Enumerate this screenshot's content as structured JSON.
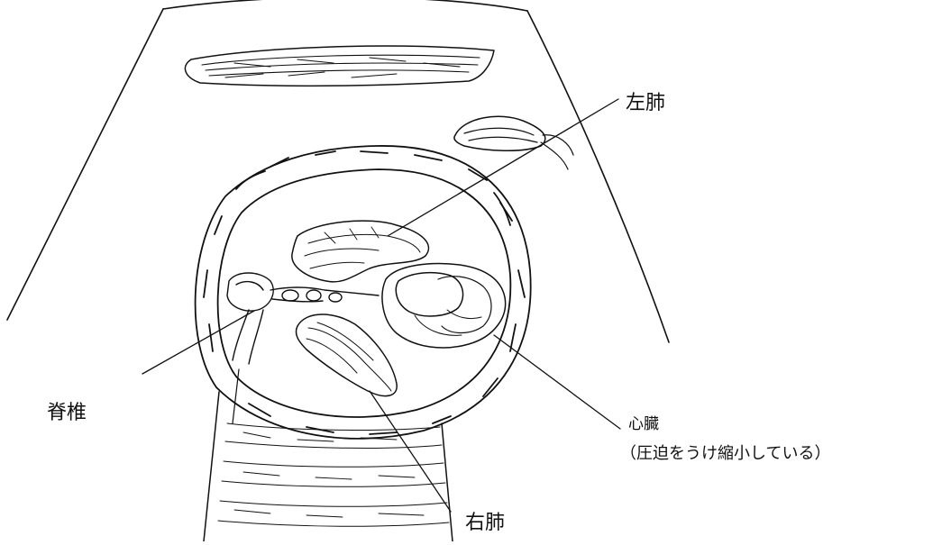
{
  "labels": {
    "left_lung": "左肺",
    "spine": "脊椎",
    "heart": "心臓",
    "heart_note": "（圧迫をうけ縮小している）",
    "right_lung": "右肺"
  },
  "colors": {
    "ink": "#111111",
    "background": "#ffffff"
  }
}
